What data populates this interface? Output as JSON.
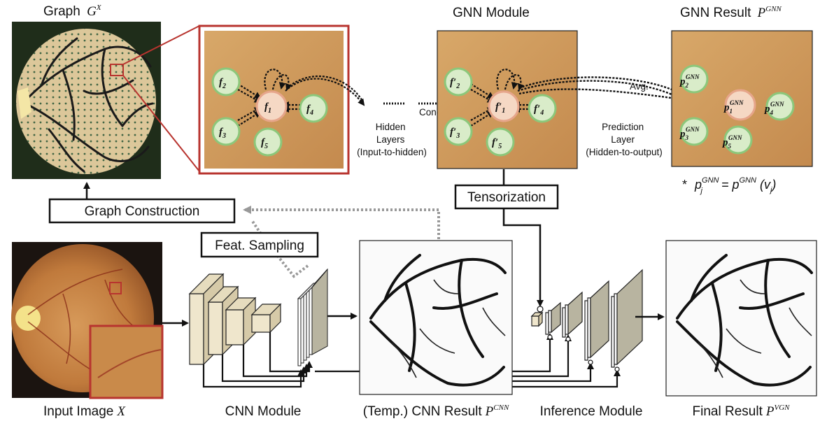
{
  "labels": {
    "graph_title": "Graph",
    "graph_sym": "G",
    "graph_sup": "X",
    "gnn_module": "GNN Module",
    "gnn_result": "GNN Result",
    "gnn_result_sym": "P",
    "gnn_result_sup": "GNN",
    "hidden_layers_1": "Hidden",
    "hidden_layers_2": "Layers",
    "hidden_layers_3": "(Input-to-hidden)",
    "concat": "Concat.",
    "avg": "Avg.",
    "prediction_1": "Prediction",
    "prediction_2": "Layer",
    "prediction_3": "(Hidden-to-output)",
    "tensorization": "Tensorization",
    "graph_construction": "Graph Construction",
    "feat_sampling": "Feat. Sampling",
    "input_image": "Input Image",
    "input_image_sym": "X",
    "cnn_module": "CNN Module",
    "cnn_result": "(Temp.) CNN Result",
    "cnn_result_sym": "P",
    "cnn_result_sup": "CNN",
    "inference_module": "Inference Module",
    "final_result": "Final Result",
    "final_result_sym": "P",
    "final_result_sup": "VGN",
    "footnote_star": "*",
    "footnote_eq": "p",
    "footnote_sup": "GNN",
    "footnote_sub": "j",
    "footnote_rhs": "= p",
    "footnote_rhs_sup": "GNN",
    "footnote_arg": "(v",
    "footnote_arg_sub": "j",
    "footnote_close": ")"
  },
  "nodes": {
    "f2": "f",
    "f2_sub": "2",
    "f1": "f",
    "f1_sub": "1",
    "f4": "f",
    "f4_sub": "4",
    "f3": "f",
    "f3_sub": "3",
    "f5": "f",
    "f5_sub": "5",
    "g2": "f′",
    "g2_sub": "2",
    "g1": "f′",
    "g1_sub": "1",
    "g4": "f′",
    "g4_sub": "4",
    "g3": "f′",
    "g3_sub": "3",
    "g5": "f′",
    "g5_sub": "5",
    "p2": "p",
    "p2_sub": "2",
    "p2_sup": "GNN",
    "p1": "p",
    "p1_sub": "1",
    "p1_sup": "GNN",
    "p4": "p",
    "p4_sub": "4",
    "p4_sup": "GNN",
    "p3": "p",
    "p3_sub": "3",
    "p3_sup": "GNN",
    "p5": "p",
    "p5_sub": "5",
    "p5_sup": "GNN"
  },
  "colors": {
    "accent_red": "#b8342f",
    "node_green": "#d9ecc9",
    "node_center": "#f5d8c4",
    "fundus_orange": "#c98a4a",
    "block_cream": "#efe6cc",
    "block_gray": "#b8b4a0"
  }
}
